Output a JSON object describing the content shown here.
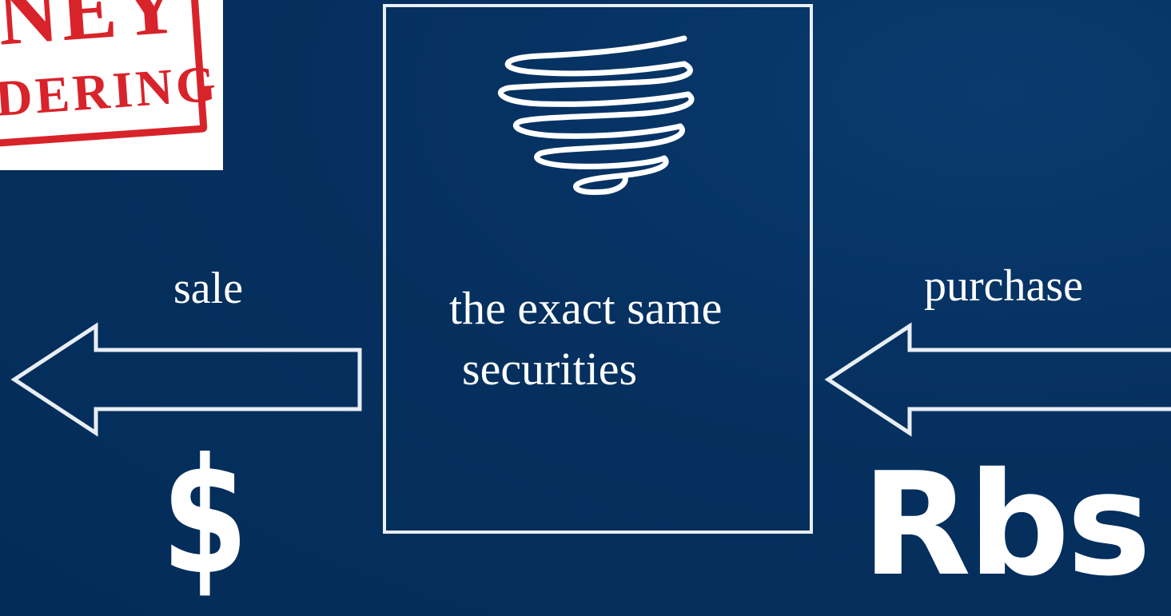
{
  "stamp": {
    "line1": "NEY",
    "line2": "DERING"
  },
  "center": {
    "line1": "the exact same",
    "line2": "securities"
  },
  "labels": {
    "left": "sale",
    "right": "purchase"
  },
  "currencies": {
    "left": "$",
    "right": "Rbs"
  },
  "colors": {
    "background": "#05305f",
    "stamp_red": "#d8232a",
    "foreground": "#ffffff"
  },
  "icons": {
    "ribbon": "ribbon-spiral-icon",
    "left_arrow": "arrow-left-icon",
    "right_arrow": "arrow-left-icon"
  }
}
